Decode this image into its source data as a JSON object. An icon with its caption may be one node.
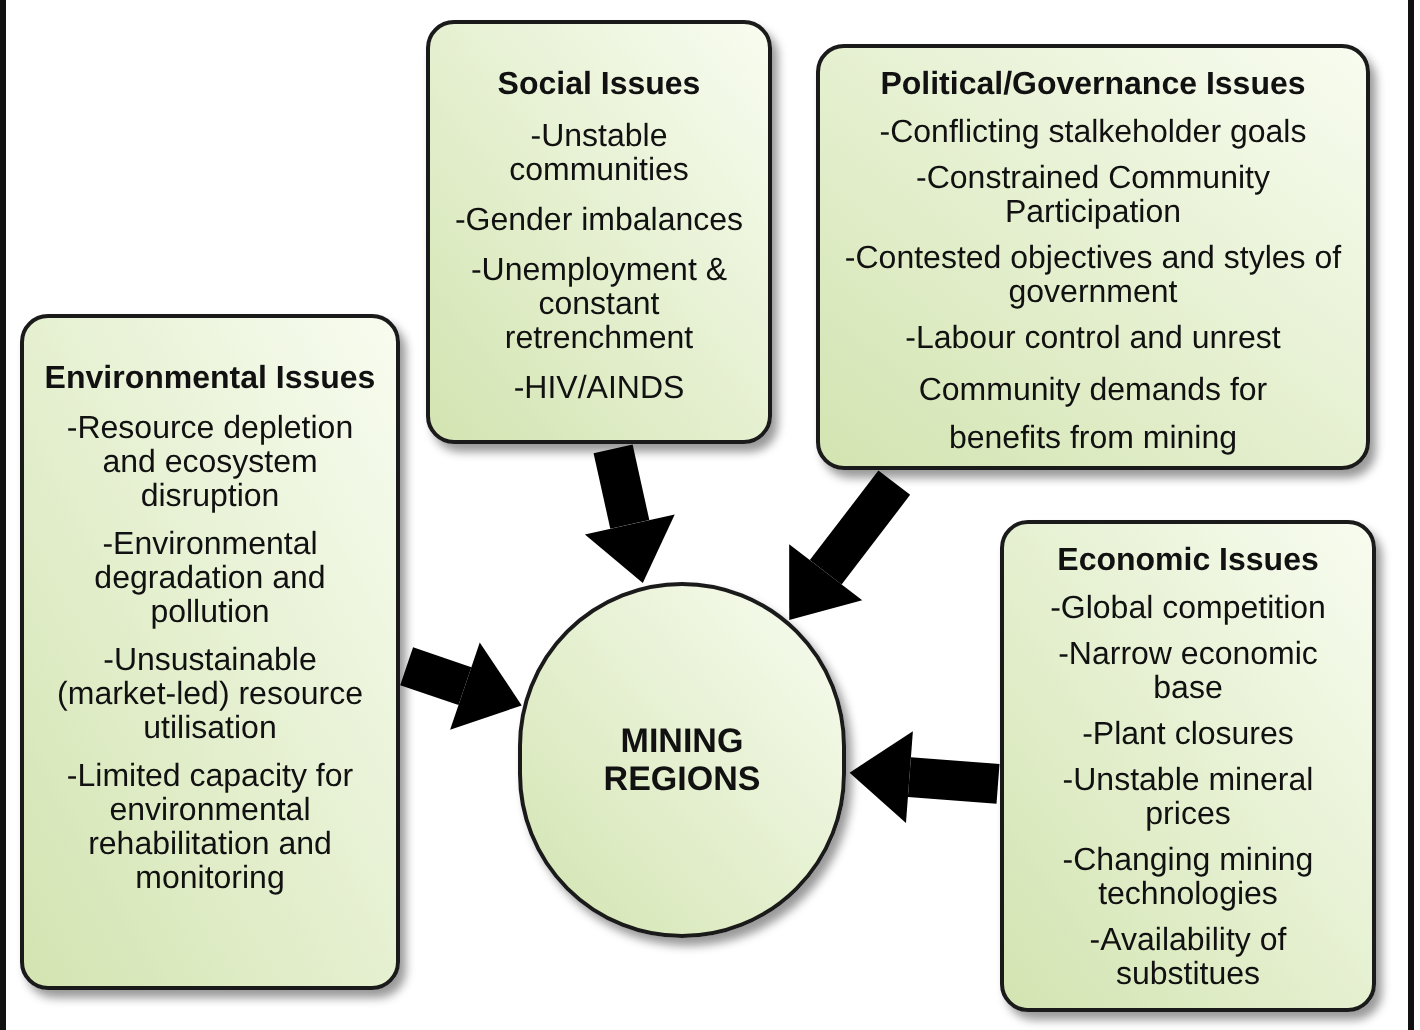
{
  "diagram": {
    "nodes": [
      {
        "text": [
          "Social Issues",
          "-Unstable communities",
          "-Gender imbalances",
          "-Unemployment & constant retrenchment",
          "-HIV/AINDS"
        ]
      },
      {
        "text": [
          "Political/Governance Issues",
          "-Conflicting stalkeholder goals",
          "-Constrained Community Participation",
          "-Contested objectives and styles of government",
          "-Labour control and unrest",
          "Community demands for benefits from mining"
        ]
      },
      {
        "text": [
          "Environmental Issues",
          "-Resource depletion and ecosystem disruption",
          "-Environmental degradation and pollution",
          "-Unsustainable (market-led) resource utilisation",
          "-Limited capacity for environmental rehabilitation and monitoring"
        ]
      },
      {
        "text": [
          "MINING REGIONS"
        ]
      },
      {
        "text": [
          "Economic Issues",
          "-Global competition",
          "-Narrow economic base",
          "-Plant closures",
          "-Unstable mineral prices",
          "-Changing mining technologies",
          "-Availability of substitues"
        ]
      }
    ],
    "edges": [
      {
        "from": 0,
        "to": 3,
        "arrow": "to"
      },
      {
        "from": 1,
        "to": 3,
        "arrow": "to"
      },
      {
        "from": 2,
        "to": 3,
        "arrow": "to"
      },
      {
        "from": 4,
        "to": 3,
        "arrow": "to"
      }
    ]
  }
}
